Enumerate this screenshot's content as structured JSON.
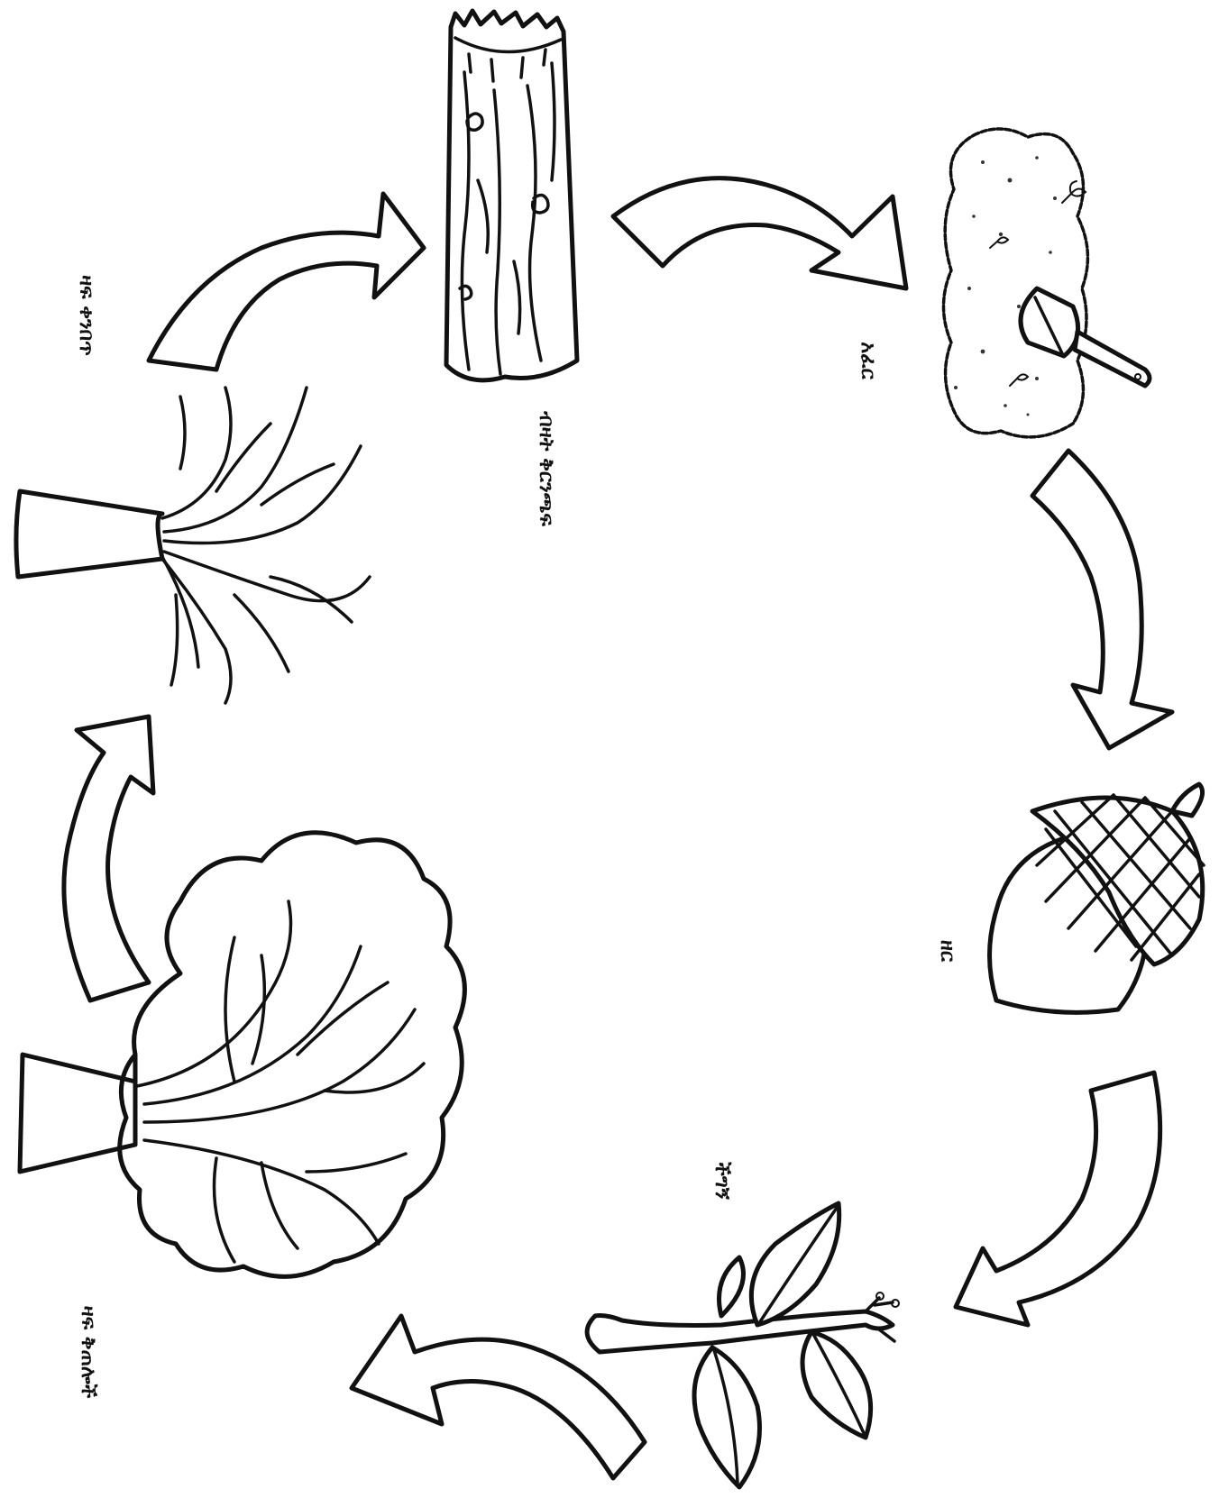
{
  "labels": {
    "trunk": "ዛፍ ቀንበጥ",
    "log": "ብዛት ቅርንጫፍ",
    "soil": "አፈር",
    "acorn": "ዘር",
    "sapling": "ችግኝ",
    "big_tree": "ዛፍ ቅጠሎች"
  }
}
